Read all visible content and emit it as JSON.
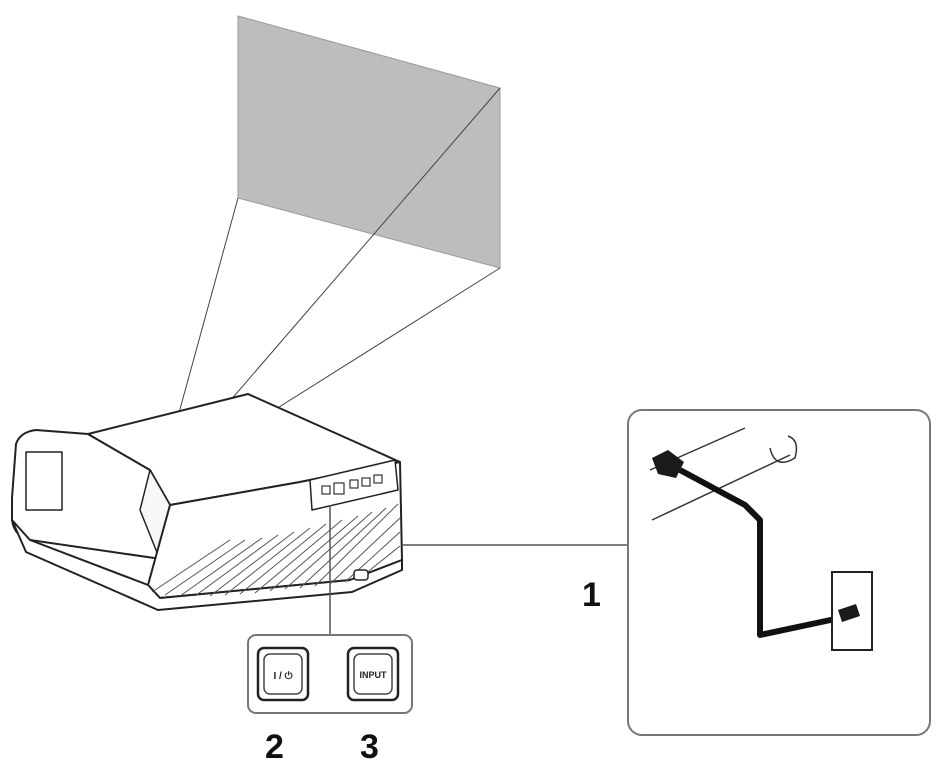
{
  "callouts": {
    "power_cord": "1",
    "power_button": "2",
    "input_button": "3"
  },
  "buttons": {
    "power_label": "I / ⏻",
    "input_label": "INPUT"
  },
  "colors": {
    "screen": "#bdbdbd",
    "line": "#222222",
    "box_border": "#777777"
  },
  "icons": {
    "projector": "projector-illustration",
    "screen": "projection-screen",
    "plug": "power-plug-icon",
    "outlet": "wall-outlet-icon"
  }
}
